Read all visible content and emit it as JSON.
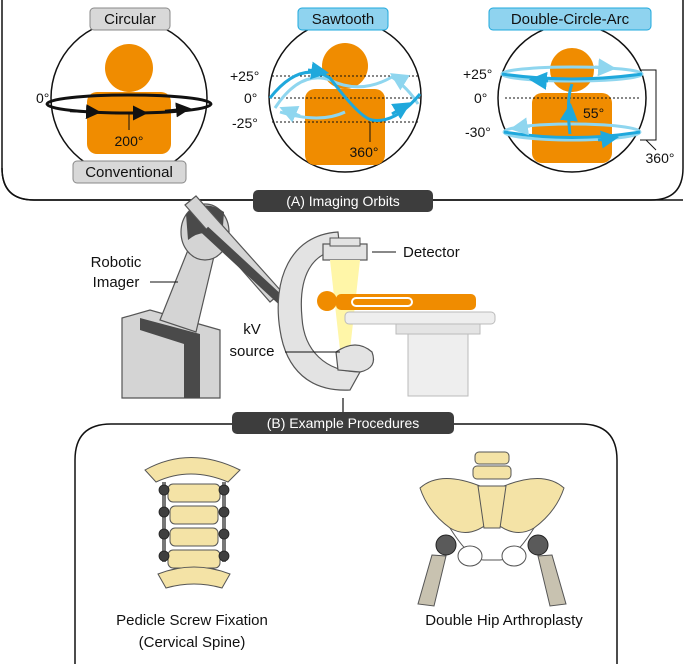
{
  "colors": {
    "patient_orange": "#f08c00",
    "orbit_cyan": "#1fa8dc",
    "orbit_light": "#8fd6ef",
    "tag_gray_fill": "#d8d8d8",
    "tag_cyan_fill": "#8fd3ef",
    "section_dark": "#3d3d3d",
    "robot_gray": "#d4d4d4",
    "bone_fill": "#f4e3a6",
    "beam_yellow": "#fff6a8"
  },
  "section_a": {
    "title": "(A) Imaging Orbits",
    "orbits": {
      "circular": {
        "tag_top": "Circular",
        "tag_bottom": "Conventional",
        "angle_left": "0°",
        "angle_bottom": "200°"
      },
      "sawtooth": {
        "tag": "Sawtooth",
        "tick_top": "+25°",
        "tick_mid": "0°",
        "tick_low": "-25°",
        "angle_bottom": "360°"
      },
      "dca": {
        "tag": "Double-Circle-Arc",
        "tick_top": "+25°",
        "tick_mid": "0°",
        "tick_low": "-30°",
        "arc_angle": "55°",
        "angle_bottom": "360°"
      }
    }
  },
  "setup": {
    "robotic_imager": [
      "Robotic",
      "Imager"
    ],
    "detector": "Detector",
    "kv_source": [
      "kV",
      "source"
    ]
  },
  "section_b": {
    "title": "(B) Example Procedures",
    "procedure_spine": [
      "Pedicle Screw Fixation",
      "(Cervical Spine)"
    ],
    "procedure_hip": "Double Hip Arthroplasty"
  }
}
